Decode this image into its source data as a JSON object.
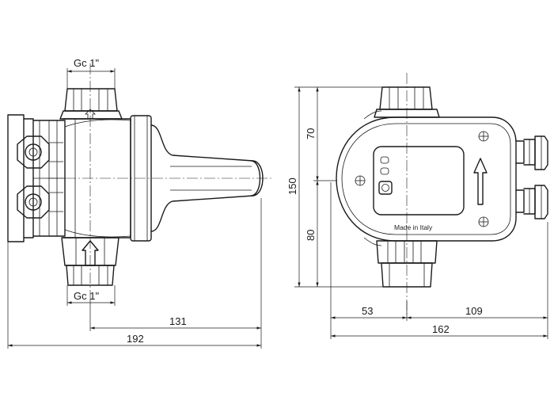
{
  "side_view": {
    "top_thread_label": "Gc 1\"",
    "bottom_thread_label": "Gc 1\"",
    "dim_inner": "131",
    "dim_overall": "192"
  },
  "front_view": {
    "dim_upper": "70",
    "dim_lower": "80",
    "dim_height": "150",
    "dim_left": "53",
    "dim_right": "109",
    "dim_width": "162",
    "panel_text": "Made in Italy"
  }
}
